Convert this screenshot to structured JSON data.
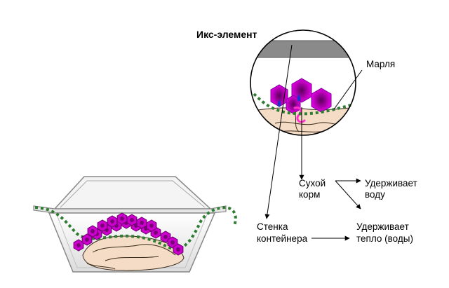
{
  "title": "Икс-элемент",
  "labels": {
    "gauze": "Марля",
    "dry_food": [
      "Сухой",
      "корм"
    ],
    "retains_water": [
      "Удерживает",
      "воду"
    ],
    "container_wall": [
      "Стенка",
      "контейнера"
    ],
    "retains_heat": [
      "Удерживает",
      "тепло (воды)"
    ]
  },
  "colors": {
    "gauze_line": "#2e7d32",
    "cells": "#cc00cc",
    "cell_core": "#7a0078",
    "larva": "#ff33cc",
    "water_drop": "#1a33cc",
    "food": "#f5dcc6",
    "lid": "#808080",
    "container_edge": "#888888"
  },
  "icons": [
    "container-icon",
    "magnifier-circle",
    "honeycomb-cells",
    "dry-food-pile",
    "water-drop-icon",
    "larva-icon"
  ]
}
